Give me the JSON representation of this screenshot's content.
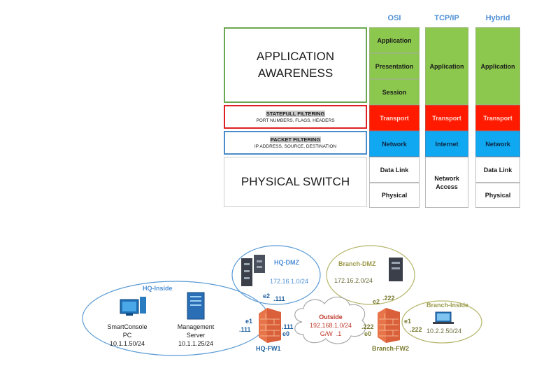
{
  "columns": {
    "osi": "OSI",
    "tcpip": "TCP/IP",
    "hybrid": "Hybrid"
  },
  "osi_layers": [
    "Application",
    "Presentation",
    "Session",
    "Transport",
    "Network",
    "Data Link",
    "Physical"
  ],
  "tcpip_layers": [
    "Application",
    "Transport",
    "Internet",
    "Network Access"
  ],
  "hybrid_layers": [
    "Application",
    "Transport",
    "Network",
    "Data Link",
    "Physical"
  ],
  "firewall_boxes": {
    "app_line1": "APPLICATION",
    "app_line2": "AWARENESS",
    "stateful_title": "STATEFULL FILTERING",
    "stateful_sub": "PORT NUMBERS, FLAGS, HEADERS",
    "packet_title": "PACKET FILTERING",
    "packet_sub": "IP ADDRESS, SOURCE, DESTINATION",
    "physical": "PHYSICAL SWITCH"
  },
  "network": {
    "hq_inside": {
      "label": "HQ-Inside"
    },
    "smartconsole": {
      "name_line1": "SmartConsole",
      "name_line2": "PC",
      "ip": "10.1.1.50/24"
    },
    "mgmt_server": {
      "name_line1": "Management",
      "name_line2": "Server",
      "ip": "10.1.1.25/24"
    },
    "hq_dmz": {
      "label": "HQ-DMZ",
      "subnet": "172.16.1.0/24"
    },
    "branch_dmz": {
      "label": "Branch-DMZ",
      "subnet": "172.16.2.0/24"
    },
    "outside": {
      "label": "Outside",
      "subnet": "192.168.1.0/24",
      "gw": "G/W  .1"
    },
    "branch_inside": {
      "label": "Branch-Inside",
      "ip": "10.2.2.50/24"
    },
    "hq_fw": {
      "label": "HQ-FW1",
      "e1": "e1",
      "e1_ip": ".111",
      "e2": "e2",
      "e2_ip": ".111",
      "e0": "e0",
      "e0_ip": ".111"
    },
    "branch_fw": {
      "label": "Branch-FW2",
      "e1": "e1",
      "e1_ip": ".222",
      "e2": "e2",
      "e2_ip": ".222",
      "e0": "e0",
      "e0_ip": ".222"
    }
  }
}
